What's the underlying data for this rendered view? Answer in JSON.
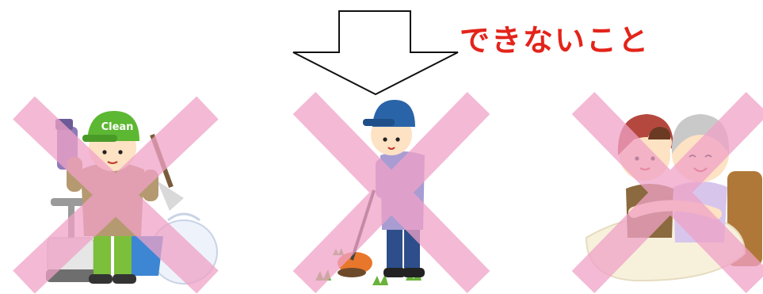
{
  "caption": {
    "text": "できないこと",
    "color": "#e3241b"
  },
  "colors": {
    "cross": "#f0a2c7",
    "arrow_stroke": "#111111",
    "arrow_fill": "#ffffff"
  },
  "illustrations": [
    {
      "icon": "cleaning-worker",
      "crossed_out": true,
      "cap_text": "Clean"
    },
    {
      "icon": "gardener-weeding",
      "crossed_out": true
    },
    {
      "icon": "caregiver-hugging-elderly",
      "crossed_out": true
    }
  ]
}
